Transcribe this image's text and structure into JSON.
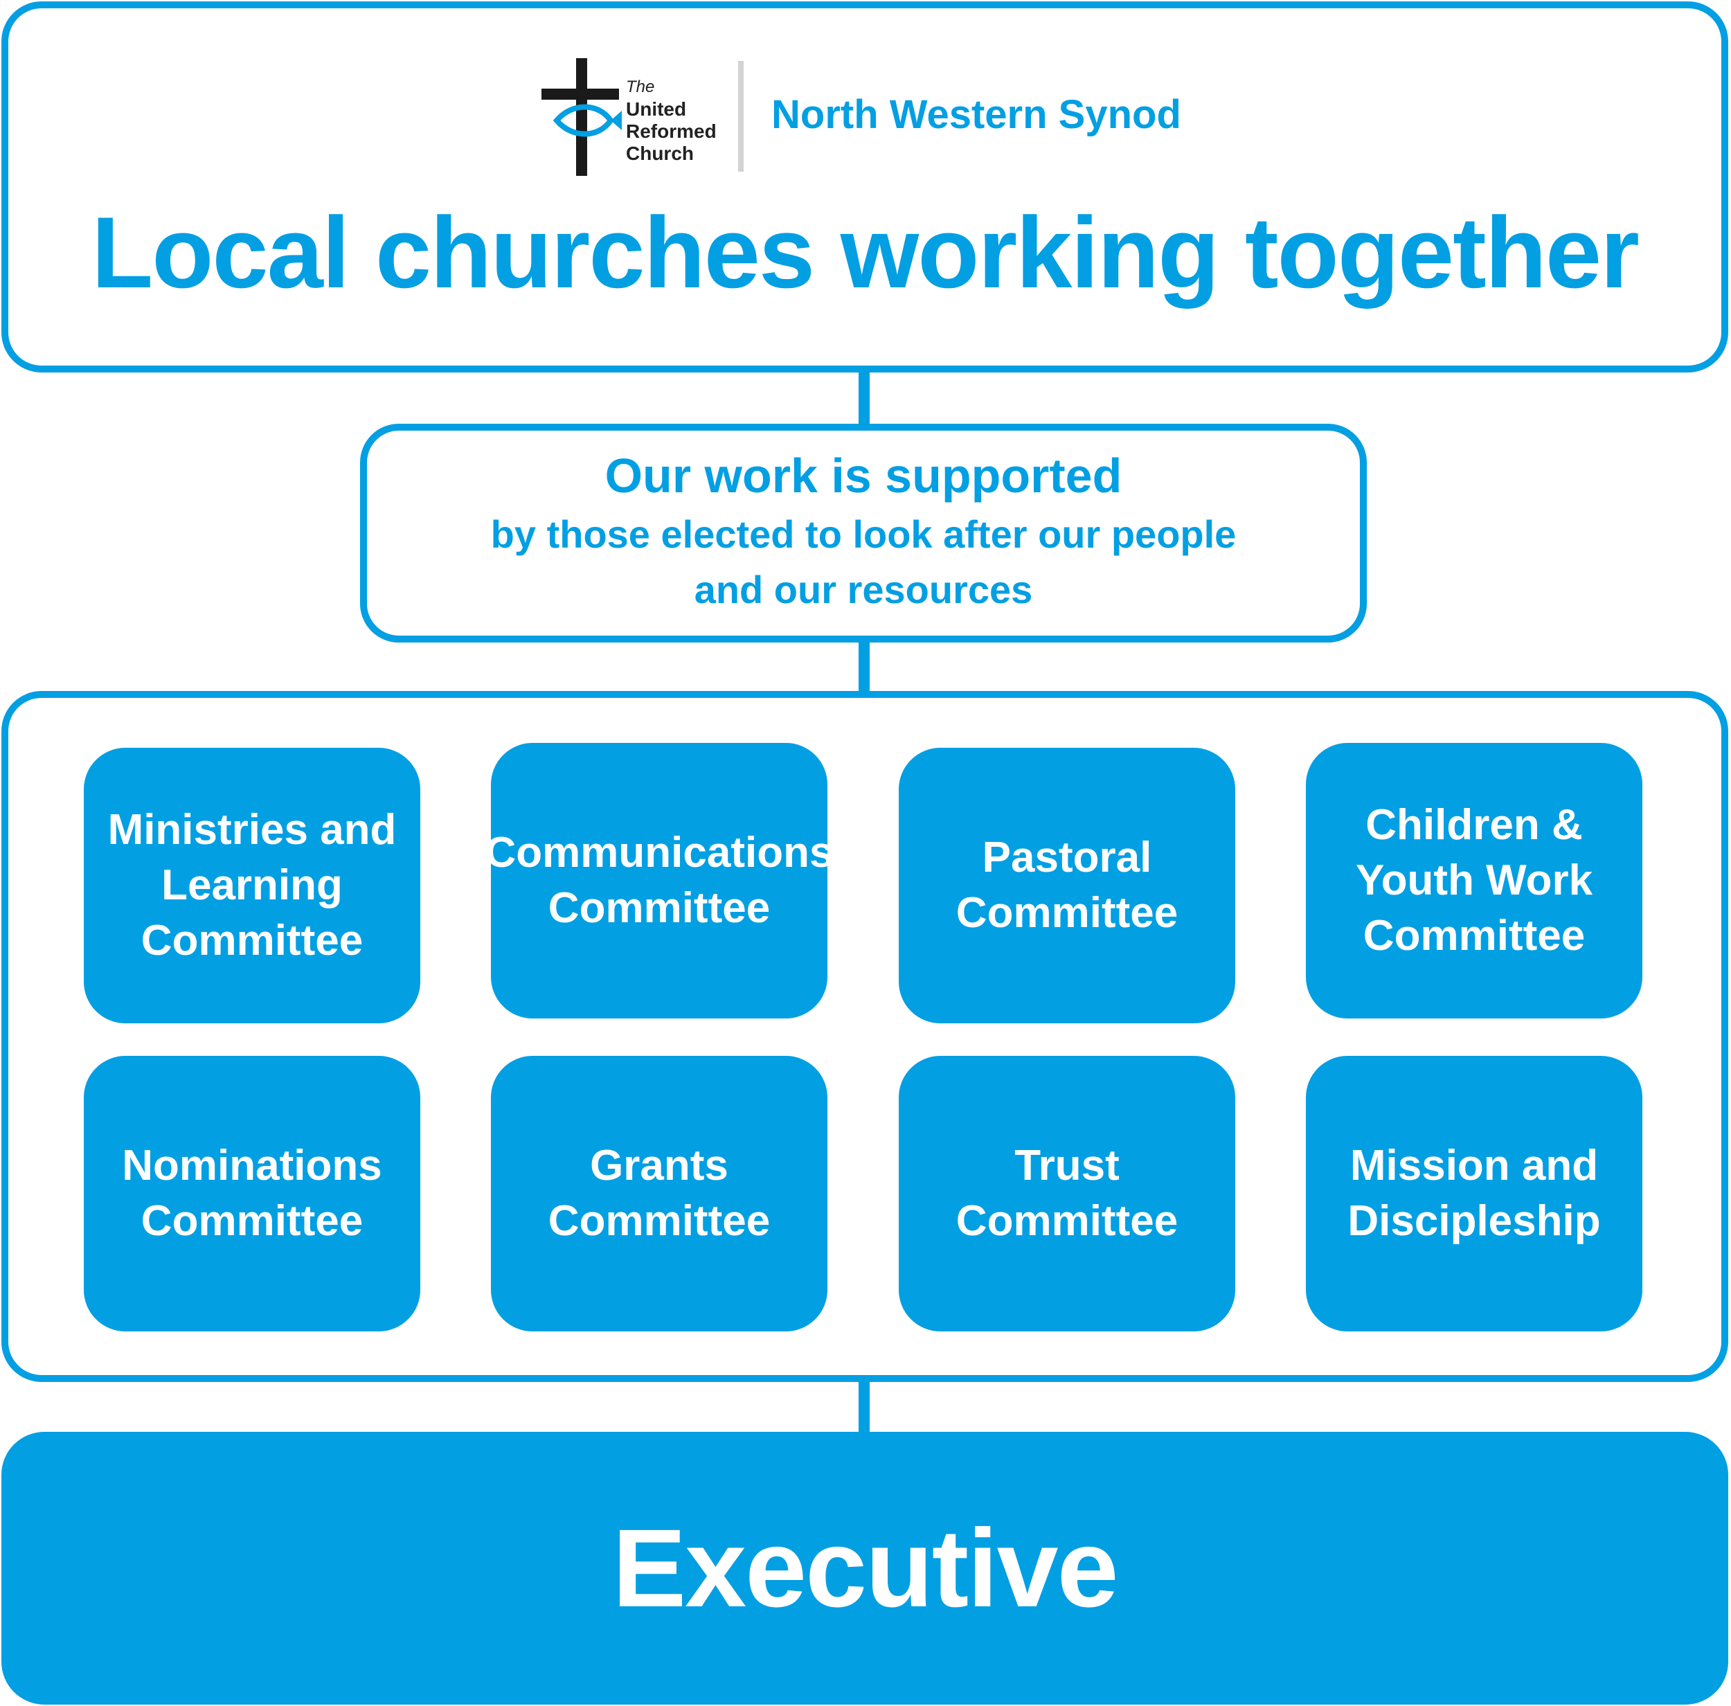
{
  "colors": {
    "accent": "#039fe3",
    "logo_cross": "#1a1a1a",
    "divider": "#d3d3d3"
  },
  "header": {
    "logo": {
      "icon": "cross-fish-icon",
      "line_the": "The",
      "line_1": "United",
      "line_2": "Reformed",
      "line_3": "Church"
    },
    "synod_name": "North Western Synod",
    "title": "Local churches working together"
  },
  "support": {
    "line1": "Our work is supported",
    "line2": "by those elected to look after our people",
    "line3": "and our resources"
  },
  "committees": [
    {
      "label": "Ministries and\nLearning\nCommittee"
    },
    {
      "label": "Communications\nCommittee"
    },
    {
      "label": "Pastoral\nCommittee"
    },
    {
      "label": "Children &\nYouth Work\nCommittee"
    },
    {
      "label": "Nominations\nCommittee"
    },
    {
      "label": "Grants\nCommittee"
    },
    {
      "label": "Trust\nCommittee"
    },
    {
      "label": "Mission and\nDiscipleship"
    }
  ],
  "executive": {
    "label": "Executive"
  }
}
